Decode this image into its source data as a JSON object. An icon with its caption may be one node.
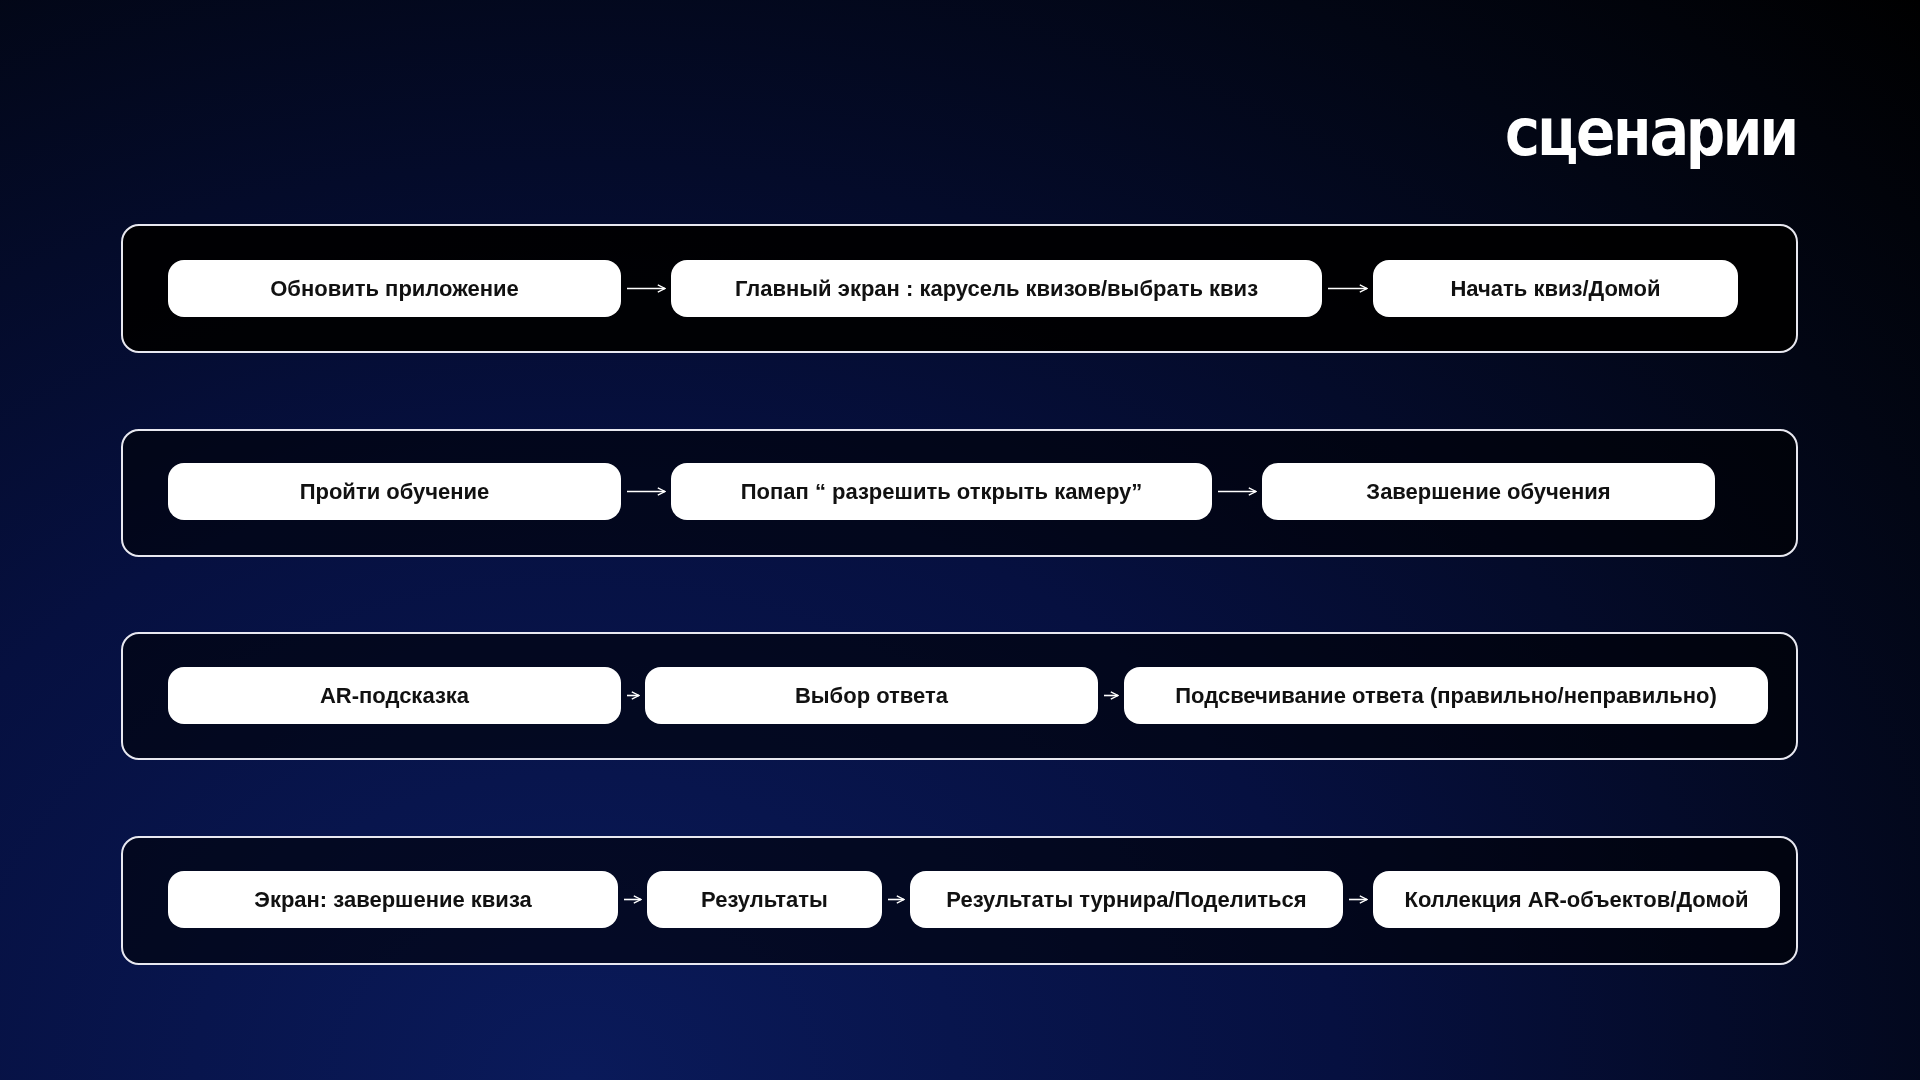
{
  "diagram": {
    "title": "сценарии",
    "nodes": [
      {
        "text": [],
        "shape": "box"
      },
      {
        "text": [
          "Обновить приложение"
        ],
        "in": 0
      },
      {
        "text": [
          "Главный экран : карусель квизов/выбрать квиз"
        ],
        "in": 0
      },
      {
        "text": [
          "Начать квиз/Домой"
        ],
        "in": 0
      },
      {
        "text": [],
        "shape": "box"
      },
      {
        "text": [
          "Пройти обучение"
        ],
        "in": 4
      },
      {
        "text": [
          "Попап “ разрешить открыть камеру”"
        ],
        "in": 4
      },
      {
        "text": [
          "Завершение обучения"
        ],
        "in": 4
      },
      {
        "text": [],
        "shape": "box"
      },
      {
        "text": [
          "AR-подсказка"
        ],
        "in": 8
      },
      {
        "text": [
          "Выбор ответа"
        ],
        "in": 8
      },
      {
        "text": [
          "Подсвечивание ответа (правильно/неправильно)"
        ],
        "in": 8
      },
      {
        "text": [],
        "shape": "box"
      },
      {
        "text": [
          "Экран: завершение квиза"
        ],
        "in": 12
      },
      {
        "text": [
          "Результаты"
        ],
        "in": 12
      },
      {
        "text": [
          "Результаты турнира/Поделиться"
        ],
        "in": 12
      },
      {
        "text": [
          "Коллекция AR-объектов/Домой"
        ],
        "in": 12
      }
    ],
    "edges": [
      {
        "from": 1,
        "to": 2,
        "arrow": "to"
      },
      {
        "from": 2,
        "to": 3,
        "arrow": "to"
      },
      {
        "from": 5,
        "to": 6,
        "arrow": "to"
      },
      {
        "from": 6,
        "to": 7,
        "arrow": "to"
      },
      {
        "from": 9,
        "to": 10,
        "arrow": "to"
      },
      {
        "from": 10,
        "to": 11,
        "arrow": "to"
      },
      {
        "from": 13,
        "to": 14,
        "arrow": "to"
      },
      {
        "from": 14,
        "to": 15,
        "arrow": "to"
      },
      {
        "from": 15,
        "to": 16,
        "arrow": "to"
      }
    ]
  }
}
